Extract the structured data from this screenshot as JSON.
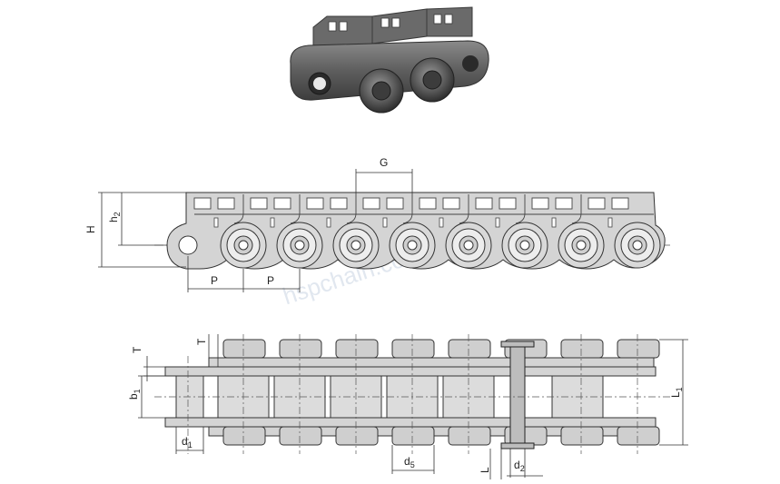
{
  "watermark": "hspchain.com",
  "labels": {
    "G": "G",
    "H": "H",
    "h2": "h",
    "h2_sub": "2",
    "P_left": "P",
    "P_right": "P",
    "T_left": "T",
    "T_top": "T",
    "b1": "b",
    "b1_sub": "1",
    "L1": "L",
    "L1_sub": "1",
    "d1": "d",
    "d1_sub": "1",
    "d5": "d",
    "d5_sub": "5",
    "d2": "d",
    "d2_sub": "2",
    "L": "L"
  }
}
